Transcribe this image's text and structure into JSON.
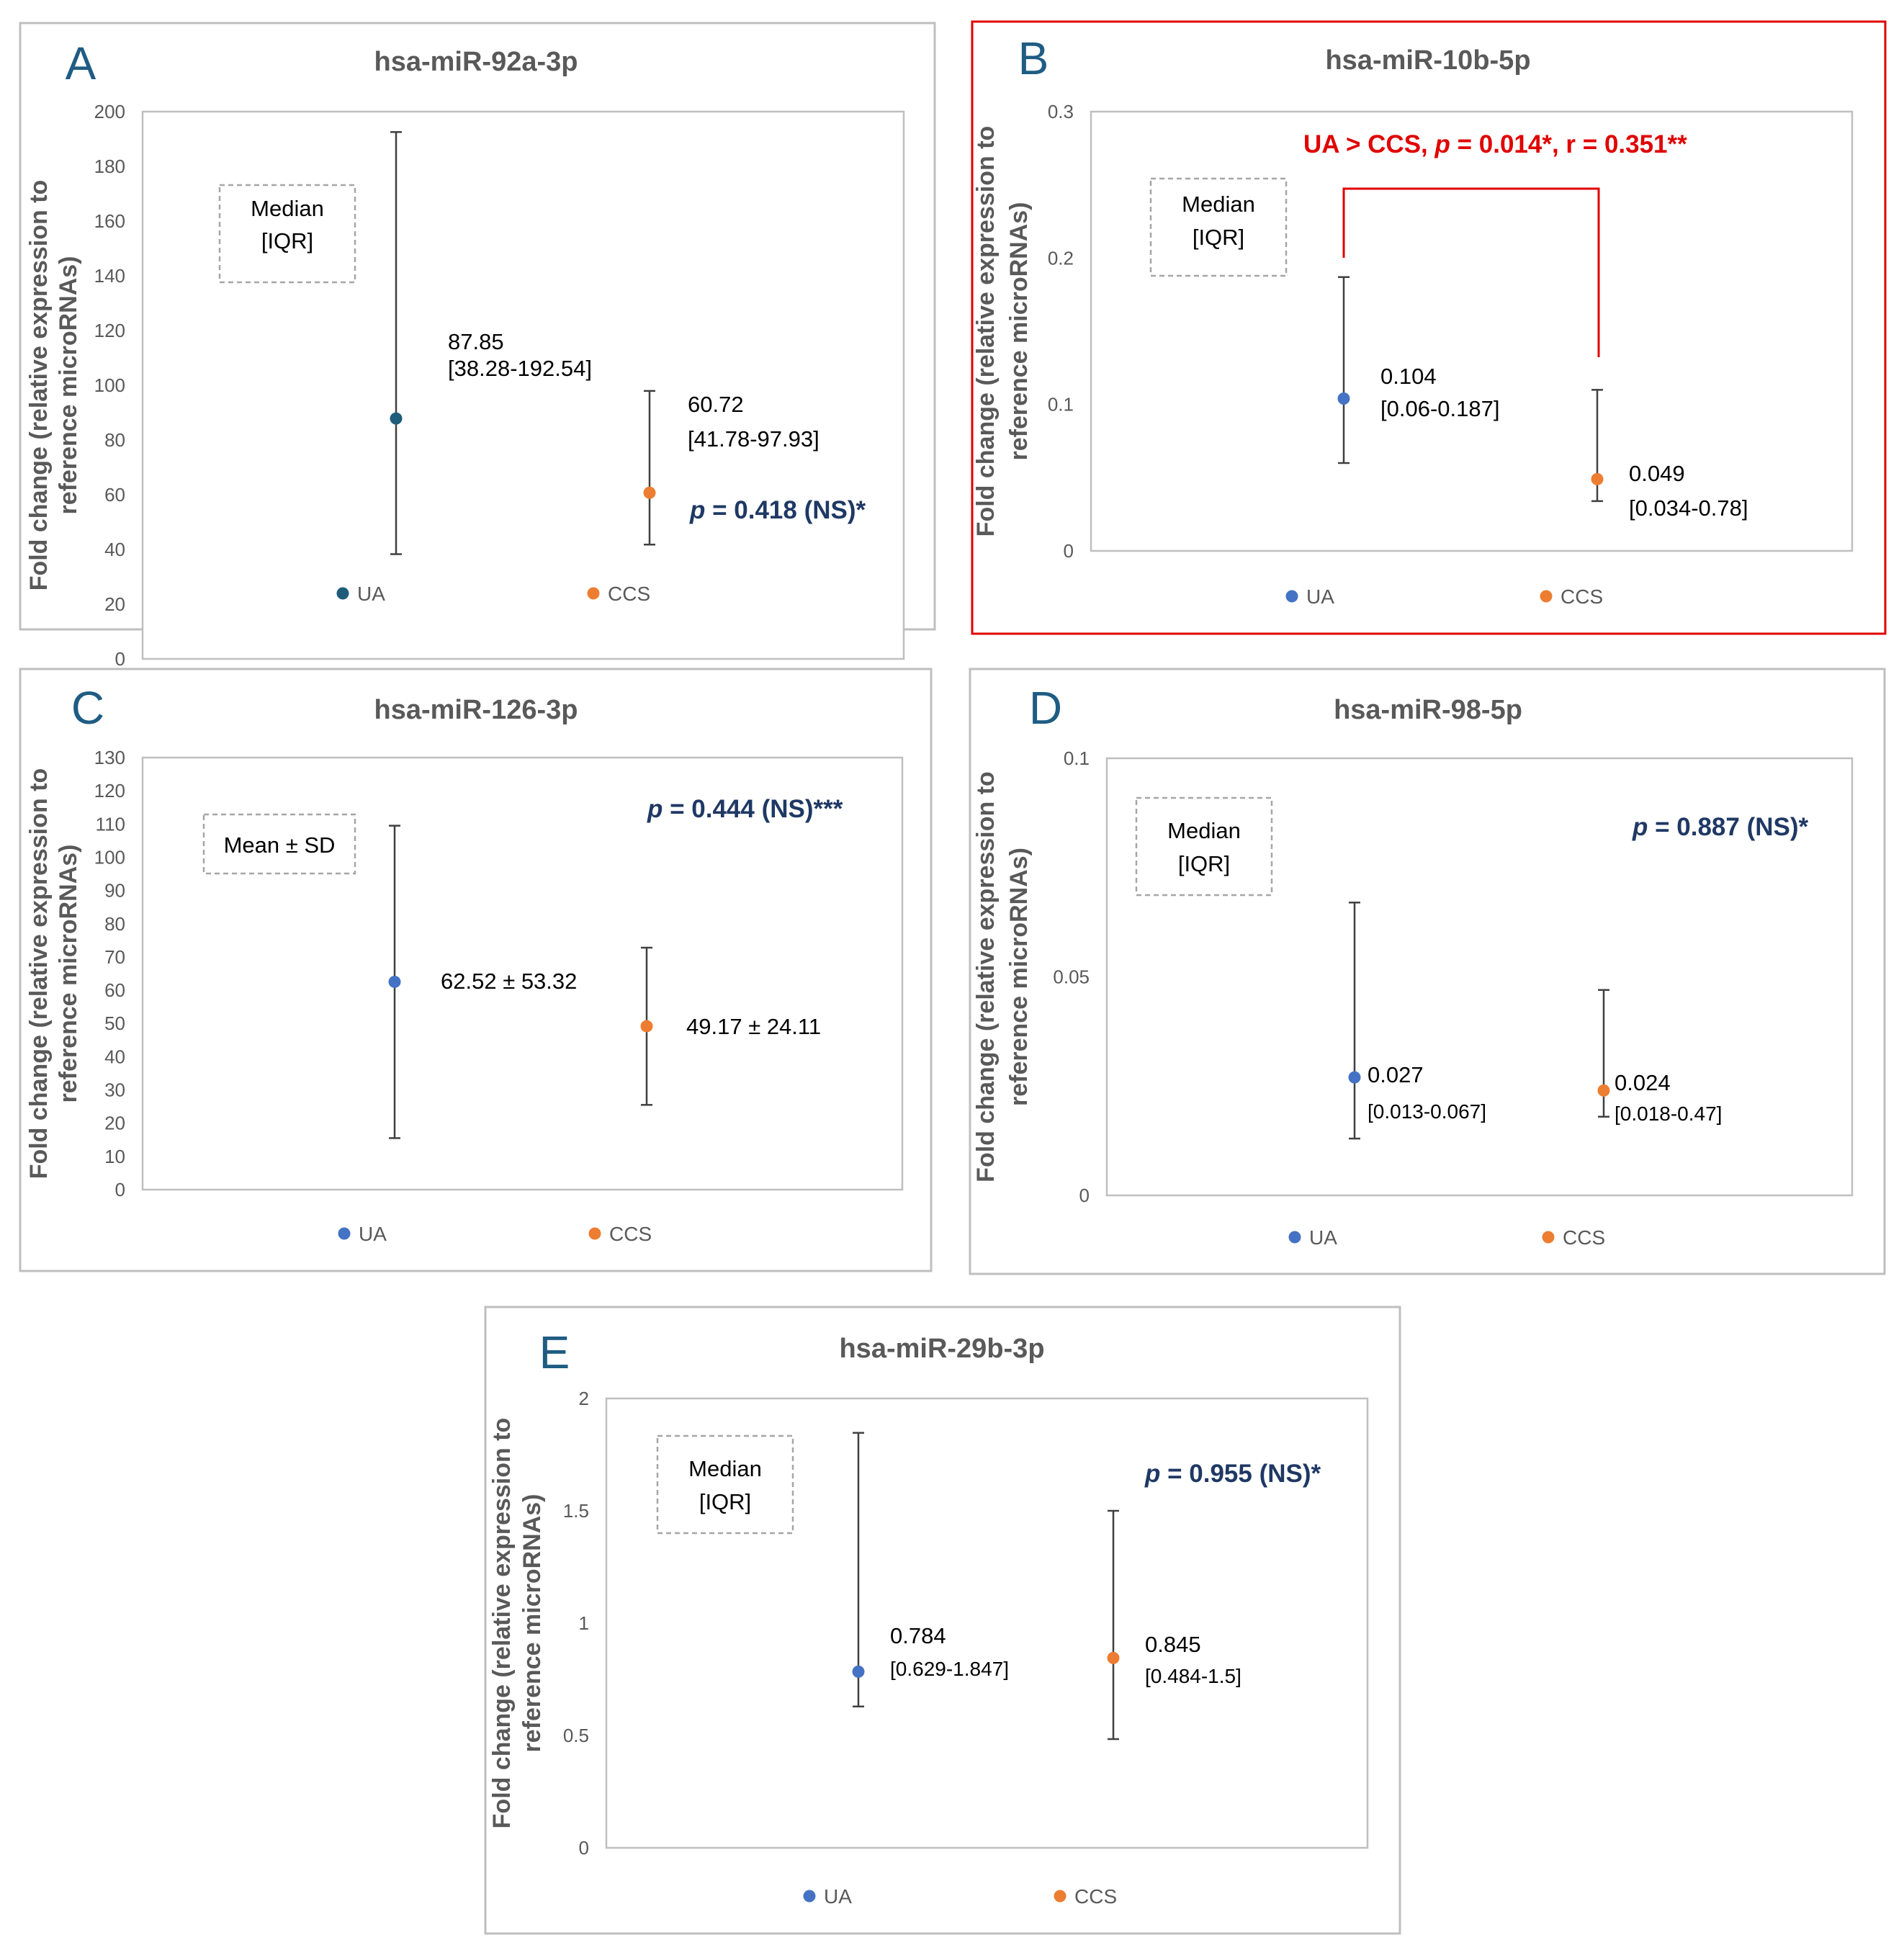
{
  "colors": {
    "ua": "#4472c4",
    "ua_A": "#1f5c7a",
    "ccs": "#ed7d31",
    "whisker": "#404040",
    "pval": "#1f3864",
    "highlight": "#e00000",
    "axis_text": "#595959"
  },
  "y_axis_label": [
    "Fold change (relative expression to",
    "reference microRNAs)"
  ],
  "legend": [
    "UA",
    "CCS"
  ],
  "chart_data": [
    {
      "panel": "A",
      "title": "hsa-miR-92a-3p",
      "type": "scatter",
      "ylim": [
        0,
        200
      ],
      "yticks": [
        "0",
        "20",
        "40",
        "60",
        "80",
        "100",
        "120",
        "140",
        "160",
        "180",
        "200"
      ],
      "box": [
        "Median",
        "[IQR]"
      ],
      "pvalue": {
        "p": "p",
        "rest": " = 0.418 (NS)*"
      },
      "series": [
        {
          "name": "UA",
          "value": 87.85,
          "low": 38.28,
          "high": 192.54,
          "label": "87.85",
          "sublabel": "[38.28-192.54]"
        },
        {
          "name": "CCS",
          "value": 60.72,
          "low": 41.78,
          "high": 97.93,
          "label": "60.72",
          "sublabel": "[41.78-97.93]"
        }
      ]
    },
    {
      "panel": "B",
      "title": "hsa-miR-10b-5p",
      "type": "scatter",
      "ylim": [
        0,
        0.3
      ],
      "yticks": [
        "0",
        "0.1",
        "0.2",
        "0.3"
      ],
      "box": [
        "Median",
        "[IQR]"
      ],
      "significance": {
        "prefix": "UA > CCS, ",
        "p": "p",
        "rest": " = 0.014*, r = 0.351**"
      },
      "series": [
        {
          "name": "UA",
          "value": 0.104,
          "low": 0.06,
          "high": 0.187,
          "label": "0.104",
          "sublabel": "[0.06-0.187]"
        },
        {
          "name": "CCS",
          "value": 0.049,
          "low": 0.034,
          "high": 0.11,
          "label": "0.049",
          "sublabel": "[0.034-0.78]"
        }
      ]
    },
    {
      "panel": "C",
      "title": "hsa-miR-126-3p",
      "type": "scatter",
      "ylim": [
        0,
        130
      ],
      "yticks": [
        "0",
        "10",
        "20",
        "30",
        "40",
        "50",
        "60",
        "70",
        "80",
        "90",
        "100",
        "110",
        "120",
        "130"
      ],
      "box": [
        "Mean ± SD"
      ],
      "pvalue": {
        "p": "p",
        "rest": " = 0.444 (NS)***"
      },
      "series": [
        {
          "name": "UA",
          "value": 62.52,
          "low": 15.5,
          "high": 109.5,
          "label": "62.52 ± 53.32"
        },
        {
          "name": "CCS",
          "value": 49.17,
          "low": 25.5,
          "high": 72.8,
          "label": "49.17 ± 24.11"
        }
      ]
    },
    {
      "panel": "D",
      "title": "hsa-miR-98-5p",
      "type": "scatter",
      "ylim": [
        0,
        0.1
      ],
      "yticks": [
        "0",
        "0.05",
        "0.1"
      ],
      "box": [
        "Median",
        "[IQR]"
      ],
      "pvalue": {
        "p": "p",
        "rest": " = 0.887 (NS)*"
      },
      "series": [
        {
          "name": "UA",
          "value": 0.027,
          "low": 0.013,
          "high": 0.067,
          "label": "0.027",
          "sublabel": "[0.013-0.067]"
        },
        {
          "name": "CCS",
          "value": 0.024,
          "low": 0.018,
          "high": 0.047,
          "label": "0.024",
          "sublabel": "[0.018-0.47]"
        }
      ]
    },
    {
      "panel": "E",
      "title": "hsa-miR-29b-3p",
      "type": "scatter",
      "ylim": [
        0,
        2
      ],
      "yticks": [
        "0",
        "0.5",
        "1",
        "1.5",
        "2"
      ],
      "box": [
        "Median",
        "[IQR]"
      ],
      "pvalue": {
        "p": "p",
        "rest": " = 0.955 (NS)*"
      },
      "series": [
        {
          "name": "UA",
          "value": 0.784,
          "low": 0.629,
          "high": 1.847,
          "label": "0.784",
          "sublabel": "[0.629-1.847]"
        },
        {
          "name": "CCS",
          "value": 0.845,
          "low": 0.484,
          "high": 1.5,
          "label": "0.845",
          "sublabel": "[0.484-1.5]"
        }
      ]
    }
  ]
}
